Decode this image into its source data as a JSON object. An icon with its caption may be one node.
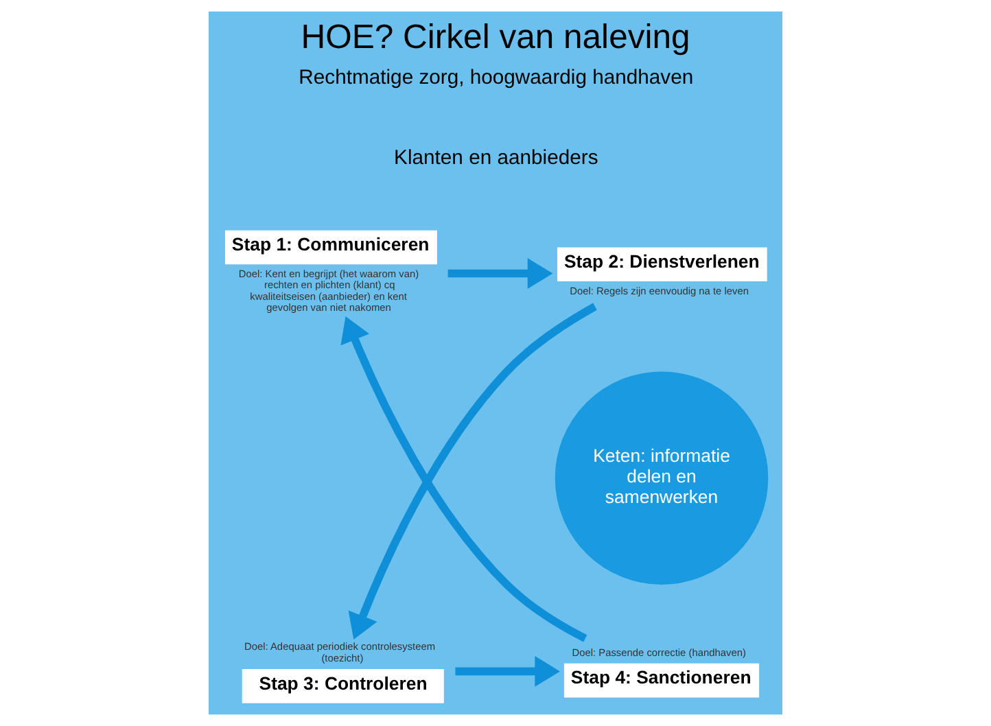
{
  "diagram": {
    "title": "HOE? Cirkel van naleving",
    "nodes": [
      {
        "text": [
          "Stap 1: Communiceren"
        ],
        "beside": [
          "Doel: Kent en begrijpt (het waarom van) rechten en plichten (klant) cq kwaliteitseisen (aanbieder) en kent gevolgen van niet nakomen"
        ]
      },
      {
        "text": [
          "Stap 2: Dienstverlenen"
        ],
        "beside": [
          "Doel: Regels zijn eenvoudig na te leven"
        ]
      },
      {
        "text": [
          "Stap 3: Controleren"
        ],
        "beside": [
          "Doel: Adequaat periodiek controlesysteem (toezicht)"
        ]
      },
      {
        "text": [
          "Stap 4: Sanctioneren"
        ],
        "beside": [
          "Doel: Passende correctie (handhaven)"
        ]
      },
      {
        "text": [
          "Keten: informatie delen en samenwerken"
        ]
      }
    ],
    "edges": [
      {
        "from": 0,
        "to": 1,
        "arrow": "to"
      },
      {
        "from": 1,
        "to": 2,
        "arrow": "to"
      },
      {
        "from": 2,
        "to": 3,
        "arrow": "to"
      },
      {
        "from": 3,
        "to": 0,
        "arrow": "to"
      }
    ],
    "labels": [
      "Rechtmatige zorg, hoogwaardig handhaven",
      "Klanten en aanbieders"
    ]
  }
}
